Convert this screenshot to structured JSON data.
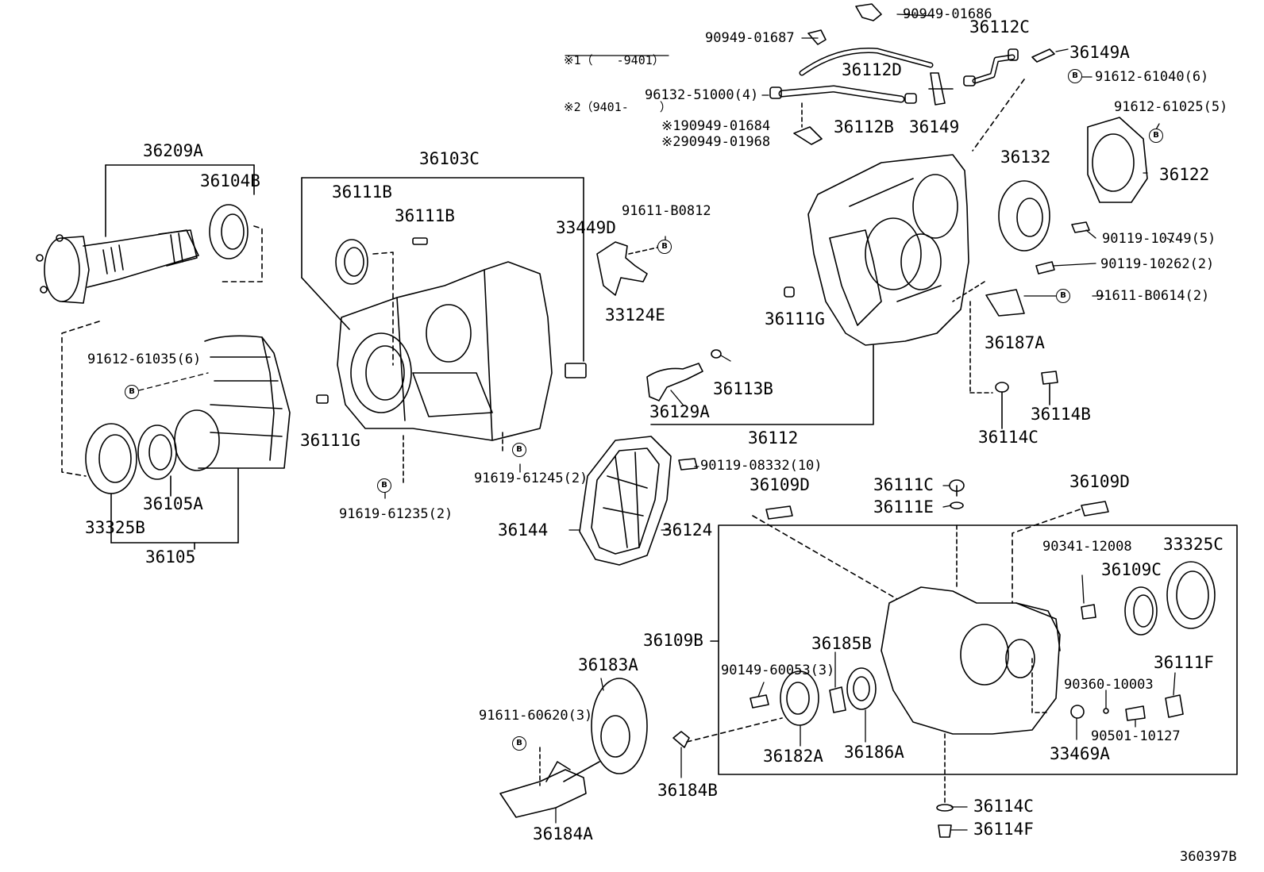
{
  "diagram_code": "360397B",
  "legend": {
    "line1": "※1（　　-9401）",
    "line2": "※2（9401-　　 ）"
  },
  "bolt_mark": "B",
  "labels": {
    "p90949_01686": "90949-01686",
    "p90949_01687": "90949-01687",
    "p36112C": "36112C",
    "p36149A": "36149A",
    "p36112D": "36112D",
    "p91612_61040": "91612-61040(6)",
    "p96132_51000": "96132-51000(4)",
    "p36112B": "36112B",
    "p36149": "36149",
    "p1_90949_01684": "※190949-01684",
    "p2_90949_01968": "※290949-01968",
    "p91612_61025": "91612-61025(5)",
    "p36209A": "36209A",
    "p36103C": "36103C",
    "p36104B": "36104B",
    "p36111B_a": "36111B",
    "p36111B_b": "36111B",
    "p91611_B0812": "91611-B0812",
    "p33449D": "33449D",
    "p36132": "36132",
    "p36122": "36122",
    "p90119_10749": "90119-10749(5)",
    "p90119_10262": "90119-10262(2)",
    "p33124E": "33124E",
    "p36111G_a": "36111G",
    "p91611_B0614": "91611-B0614(2)",
    "p36187A": "36187A",
    "p91612_61035": "91612-61035(6)",
    "p36113B": "36113B",
    "p36111G_b": "36111G",
    "p36129A": "36129A",
    "p36114B": "36114B",
    "p36112": "36112",
    "p36114C_a": "36114C",
    "p90119_08332": "90119-08332(10)",
    "p91619_61245": "91619-61245(2)",
    "p36109D_a": "36109D",
    "p36111C": "36111C",
    "p36109D_b": "36109D",
    "p36105A": "36105A",
    "p33325B": "33325B",
    "p91619_61235": "91619-61235(2)",
    "p36111E": "36111E",
    "p36144": "36144",
    "p36124": "36124",
    "p36105": "36105",
    "p90341_12008": "90341-12008",
    "p33325C": "33325C",
    "p36109C": "36109C",
    "p36109B": "36109B",
    "p36185B": "36185B",
    "p36183A": "36183A",
    "p36111F": "36111F",
    "p90149_60053": "90149-60053(3)",
    "p90360_10003": "90360-10003",
    "p91611_60620": "91611-60620(3)",
    "p90501_10127": "90501-10127",
    "p36182A": "36182A",
    "p36186A": "36186A",
    "p33469A": "33469A",
    "p36184B": "36184B",
    "p36114C_b": "36114C",
    "p36114F": "36114F",
    "p36184A": "36184A"
  }
}
